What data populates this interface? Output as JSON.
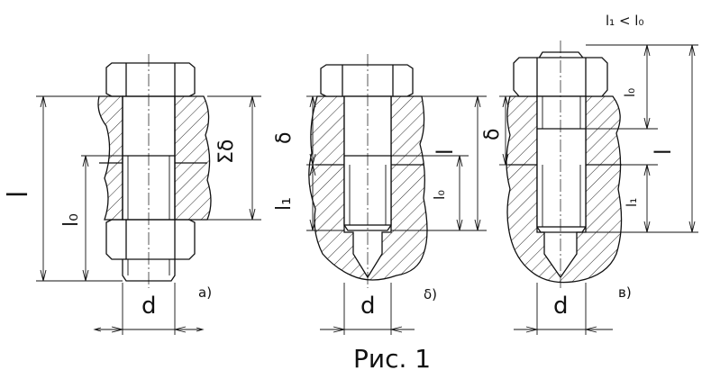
{
  "caption": "Рис. 1",
  "variants": [
    {
      "tag": "a)",
      "diameter": "d",
      "total_length": "l",
      "thread_length": "l₀",
      "stack": "Σδ"
    },
    {
      "tag": "δ)",
      "diameter": "d",
      "thickness": "δ",
      "engaged_length": "l₁",
      "thread_length": "l₀",
      "total_length": "l"
    },
    {
      "tag": "в)",
      "diameter": "d",
      "thickness": "δ",
      "condition": "l₁ < l₀",
      "thread_length": "l₀",
      "total_length": "l",
      "engaged_length": "l₁"
    }
  ],
  "colors": {
    "line": "#111111",
    "background": "#ffffff"
  }
}
